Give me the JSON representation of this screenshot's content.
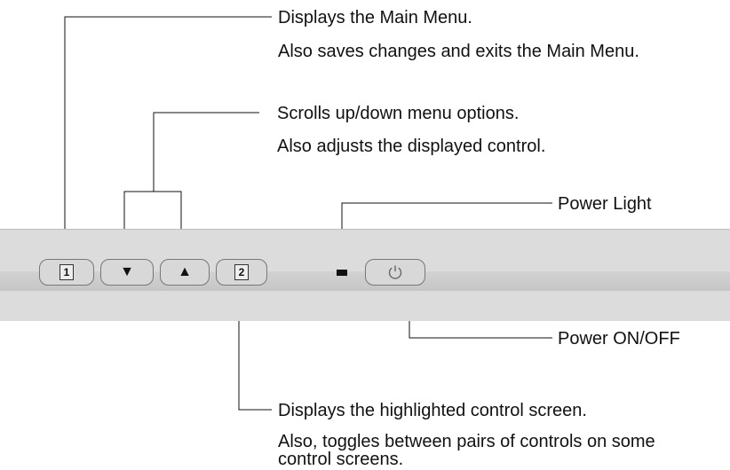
{
  "callouts": {
    "main_menu_line1": "Displays the Main Menu.",
    "main_menu_line2": "Also saves changes and exits the Main Menu.",
    "scroll_line1": "Scrolls up/down menu options.",
    "scroll_line2": "Also adjusts the displayed control.",
    "power_light": "Power Light",
    "power_onoff": "Power ON/OFF",
    "control_line1": "Displays the highlighted control screen.",
    "control_line2": "Also, toggles between pairs of controls on some",
    "control_line3": "control screens."
  },
  "buttons": {
    "button1_key": "1",
    "down_symbol": "▼",
    "up_symbol": "▲",
    "button2_key": "2"
  },
  "icons": {
    "power_button_icon": "power-icon",
    "power_led": "led-indicator"
  }
}
